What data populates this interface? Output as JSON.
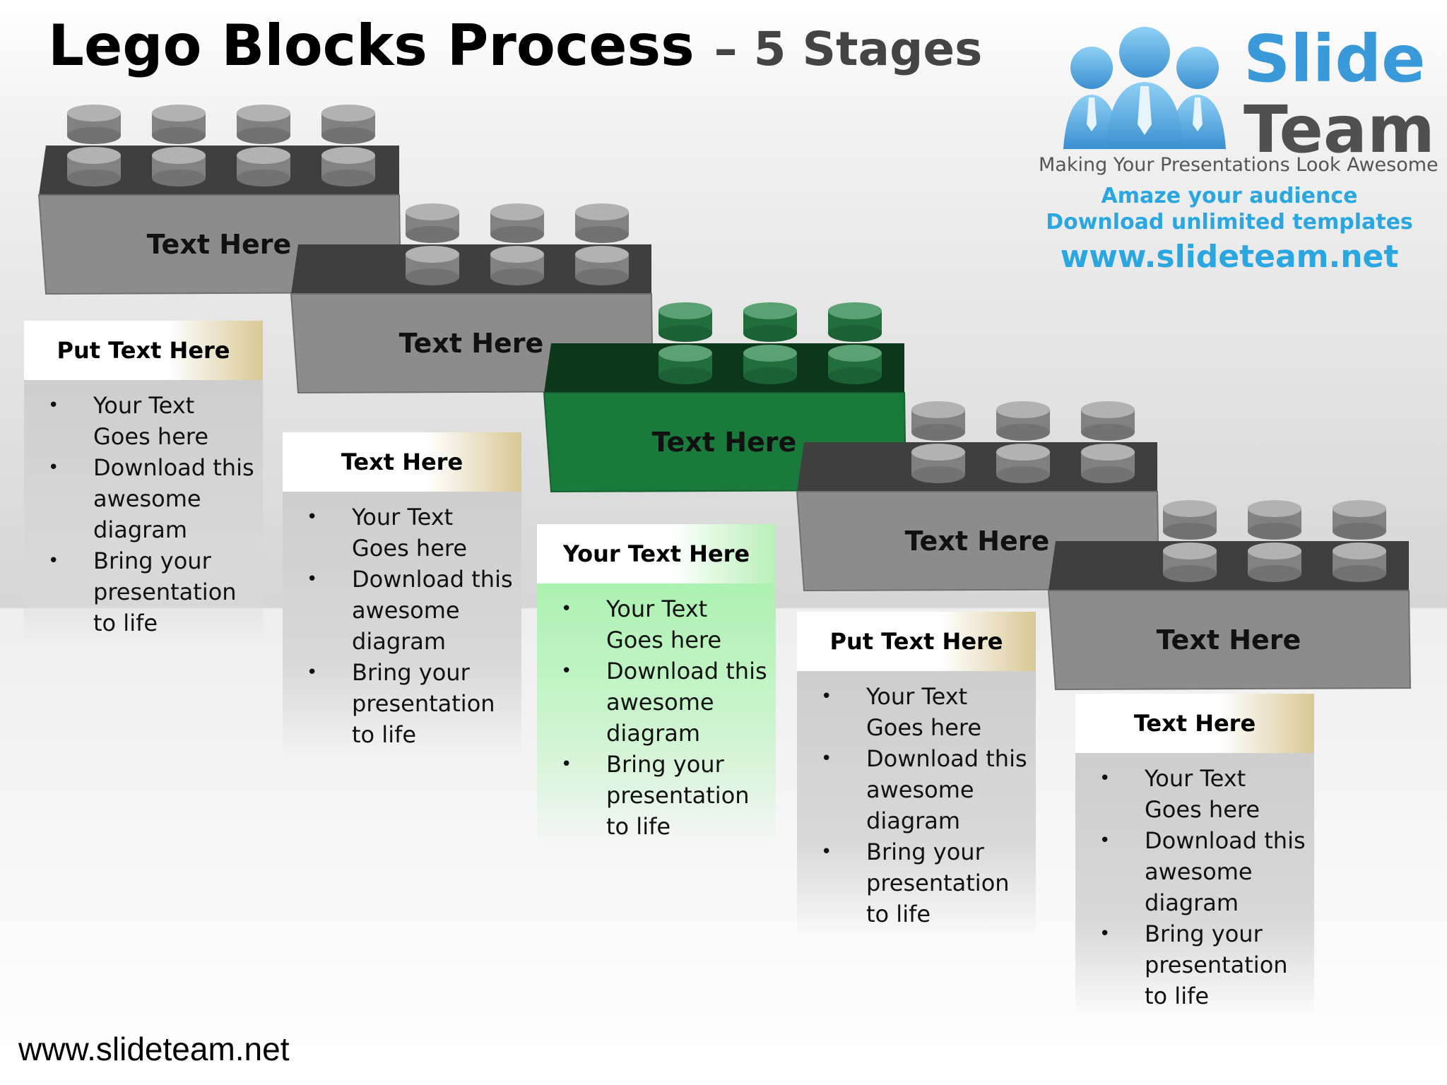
{
  "title": {
    "main": "Lego Blocks Process",
    "sub": "– 5 Stages"
  },
  "logo": {
    "word1": "Slide",
    "word2": "Team",
    "tagline": "Making Your Presentations Look Awesome",
    "line1": "Amaze your audience",
    "line2": "Download unlimited templates",
    "url": "www.slideteam.net"
  },
  "blocks": [
    {
      "label": "Text Here",
      "color": "#8c8c8c"
    },
    {
      "label": "Text Here",
      "color": "#8c8c8c"
    },
    {
      "label": "Text Here",
      "color": "#1a7a3c"
    },
    {
      "label": "Text Here",
      "color": "#8c8c8c"
    },
    {
      "label": "Text Here",
      "color": "#8c8c8c"
    }
  ],
  "cards": [
    {
      "heading": "Put Text Here",
      "bullets": [
        "Your Text Goes here",
        "Download this awesome diagram",
        "Bring your presentation to life"
      ]
    },
    {
      "heading": "Text Here",
      "bullets": [
        "Your Text Goes here",
        "Download this awesome diagram",
        "Bring your presentation to life"
      ]
    },
    {
      "heading": "Your Text Here",
      "bullets": [
        "Your Text Goes here",
        "Download this awesome diagram",
        "Bring your presentation to life"
      ]
    },
    {
      "heading": "Put Text Here",
      "bullets": [
        "Your Text Goes here",
        "Download this awesome diagram",
        "Bring your presentation to life"
      ]
    },
    {
      "heading": "Text Here",
      "bullets": [
        "Your Text Goes here",
        "Download this awesome diagram",
        "Bring your presentation to life"
      ]
    }
  ],
  "footer": {
    "url": "www.slideteam.net"
  }
}
